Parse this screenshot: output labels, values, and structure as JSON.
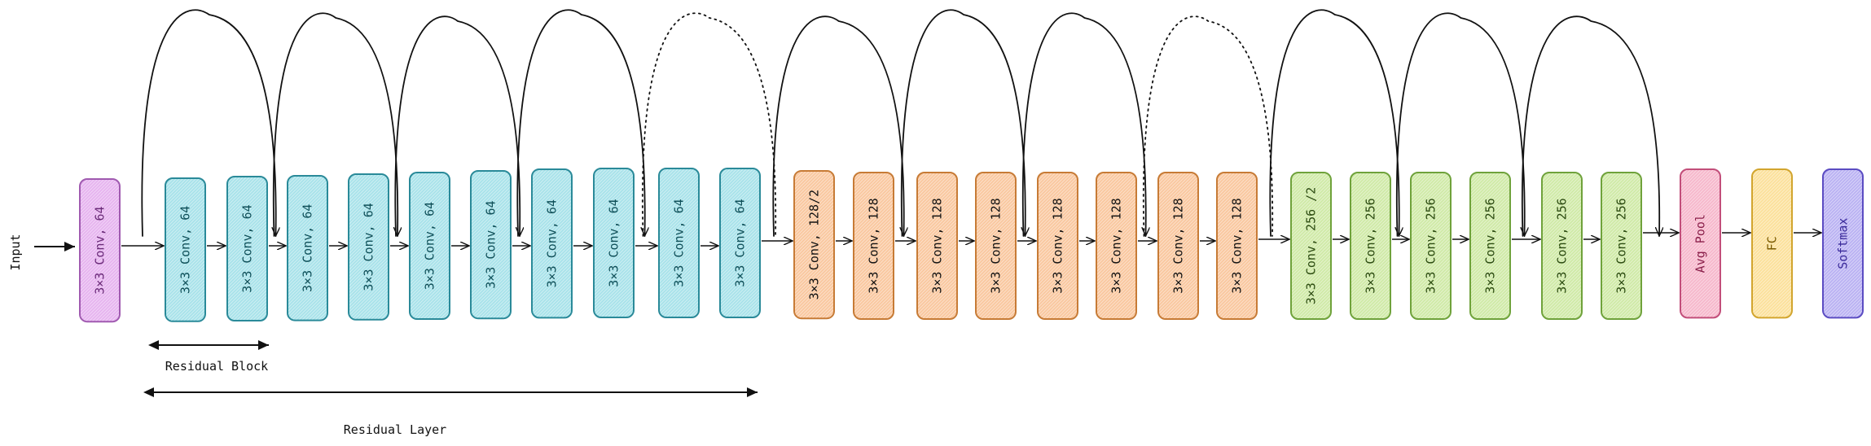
{
  "input_label": "Input",
  "blocks": [
    {
      "label": "3×3 Conv, 64",
      "group": "stem"
    },
    {
      "label": "3×3 Conv, 64",
      "group": "c64"
    },
    {
      "label": "3×3 Conv, 64",
      "group": "c64"
    },
    {
      "label": "3×3 Conv, 64",
      "group": "c64"
    },
    {
      "label": "3×3 Conv, 64",
      "group": "c64"
    },
    {
      "label": "3×3 Conv, 64",
      "group": "c64"
    },
    {
      "label": "3×3 Conv, 64",
      "group": "c64"
    },
    {
      "label": "3×3 Conv, 64",
      "group": "c64"
    },
    {
      "label": "3×3 Conv, 64",
      "group": "c64"
    },
    {
      "label": "3×3 Conv, 64",
      "group": "c64"
    },
    {
      "label": "3×3 Conv, 64",
      "group": "c64"
    },
    {
      "label": "3×3 Conv, 128/2",
      "group": "c128"
    },
    {
      "label": "3×3 Conv, 128",
      "group": "c128"
    },
    {
      "label": "3×3 Conv, 128",
      "group": "c128"
    },
    {
      "label": "3×3 Conv, 128",
      "group": "c128"
    },
    {
      "label": "3×3 Conv, 128",
      "group": "c128"
    },
    {
      "label": "3×3 Conv, 128",
      "group": "c128"
    },
    {
      "label": "3×3 Conv, 128",
      "group": "c128"
    },
    {
      "label": "3×3 Conv, 128",
      "group": "c128"
    },
    {
      "label": "3×3 Conv, 256 /2",
      "group": "c256"
    },
    {
      "label": "3×3 Conv, 256",
      "group": "c256"
    },
    {
      "label": "3×3 Conv, 256",
      "group": "c256"
    },
    {
      "label": "3×3 Conv, 256",
      "group": "c256"
    },
    {
      "label": "3×3 Conv, 256",
      "group": "c256"
    },
    {
      "label": "3×3 Conv, 256",
      "group": "c256"
    },
    {
      "label": "Avg Pool",
      "group": "pool"
    },
    {
      "label": "FC",
      "group": "fc"
    },
    {
      "label": "Softmax",
      "group": "softmax"
    }
  ],
  "skip_connections": [
    {
      "from_gap": 1,
      "to_gap": 3,
      "style": "solid"
    },
    {
      "from_gap": 3,
      "to_gap": 5,
      "style": "solid"
    },
    {
      "from_gap": 5,
      "to_gap": 7,
      "style": "solid"
    },
    {
      "from_gap": 7,
      "to_gap": 9,
      "style": "solid"
    },
    {
      "from_gap": 9,
      "to_gap": 11,
      "style": "dotted"
    },
    {
      "from_gap": 11,
      "to_gap": 13,
      "style": "solid"
    },
    {
      "from_gap": 13,
      "to_gap": 15,
      "style": "solid"
    },
    {
      "from_gap": 15,
      "to_gap": 17,
      "style": "solid"
    },
    {
      "from_gap": 17,
      "to_gap": 19,
      "style": "dotted"
    },
    {
      "from_gap": 19,
      "to_gap": 21,
      "style": "solid"
    },
    {
      "from_gap": 21,
      "to_gap": 23,
      "style": "solid"
    },
    {
      "from_gap": 23,
      "to_gap": 25,
      "style": "solid"
    }
  ],
  "annotations": {
    "residual_block": "Residual Block",
    "residual_layer": "Residual Layer"
  },
  "colors": {
    "stem": {
      "fill": "#e6b3ef",
      "stroke": "#a05ab0",
      "text": "#6a2a78"
    },
    "c64": {
      "fill": "#a7e2ea",
      "stroke": "#2a8a99",
      "text": "#0f4f58"
    },
    "c128": {
      "fill": "#f9c79e",
      "stroke": "#c77b36",
      "text": "#111111"
    },
    "c256": {
      "fill": "#cfeaa6",
      "stroke": "#6fa23b",
      "text": "#2b4a10"
    },
    "pool": {
      "fill": "#f6b7cb",
      "stroke": "#c24e7a",
      "text": "#8a1f4a"
    },
    "fc": {
      "fill": "#fbe09a",
      "stroke": "#d2a52e",
      "text": "#7a5a00"
    },
    "softmax": {
      "fill": "#b9b1f2",
      "stroke": "#5b4cc2",
      "text": "#3a2a9a"
    }
  }
}
